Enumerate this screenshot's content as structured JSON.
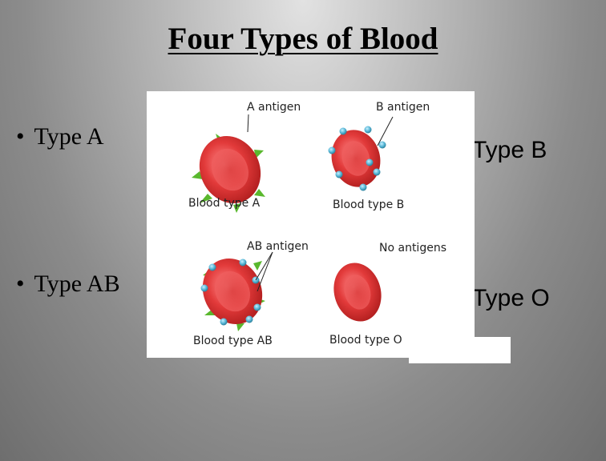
{
  "slide": {
    "title": "Four Types of Blood",
    "left_bullets": [
      {
        "marker": "•",
        "label": "Type A"
      },
      {
        "marker": "•",
        "label": "Type AB"
      }
    ],
    "right_bullets": [
      {
        "marker": "§",
        "label": "Type B"
      },
      {
        "marker": "§",
        "label": "Type O"
      }
    ]
  },
  "figure": {
    "annotations": {
      "a_antigen": "A antigen",
      "b_antigen": "B antigen",
      "ab_antigen": "AB antigen",
      "no_antigens": "No antigens"
    },
    "captions": {
      "type_a": "Blood type A",
      "type_b": "Blood type B",
      "type_ab": "Blood type AB",
      "type_o": "Blood type O"
    },
    "colors": {
      "red_cell": "#e23a3a",
      "a_antigen": "#5ab82e",
      "b_antigen": "#54b4d4"
    }
  }
}
